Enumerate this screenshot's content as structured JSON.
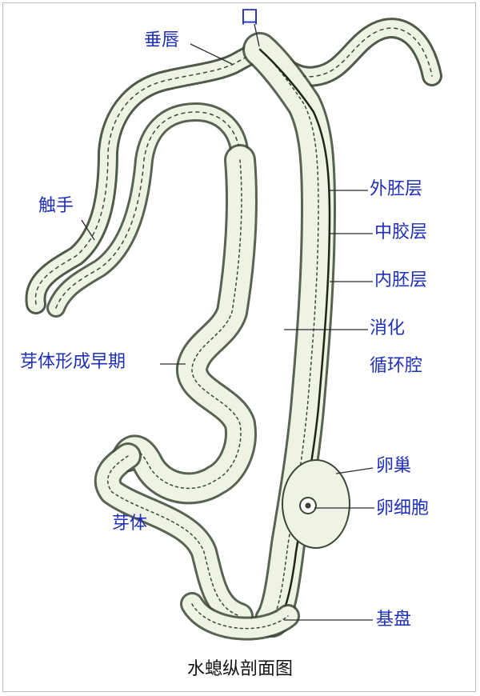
{
  "labels": {
    "mouth": "口",
    "hypostome": "垂唇",
    "tentacle": "触手",
    "early_bud": "芽体形成早期",
    "bud": "芽体",
    "ectoderm": "外胚层",
    "mesoglea": "中胶层",
    "endoderm": "内胚层",
    "digestive": "消化",
    "cavity": "循环腔",
    "ovary": "卵巢",
    "egg_cell": "卵细胞",
    "basal_disc": "基盘"
  },
  "caption": "水螅纵剖面图",
  "colors": {
    "label": "#1f2fb8",
    "line": "#2a2a2a",
    "cell_fill": "#f3f7ee",
    "tissue": "#3d4a36"
  }
}
